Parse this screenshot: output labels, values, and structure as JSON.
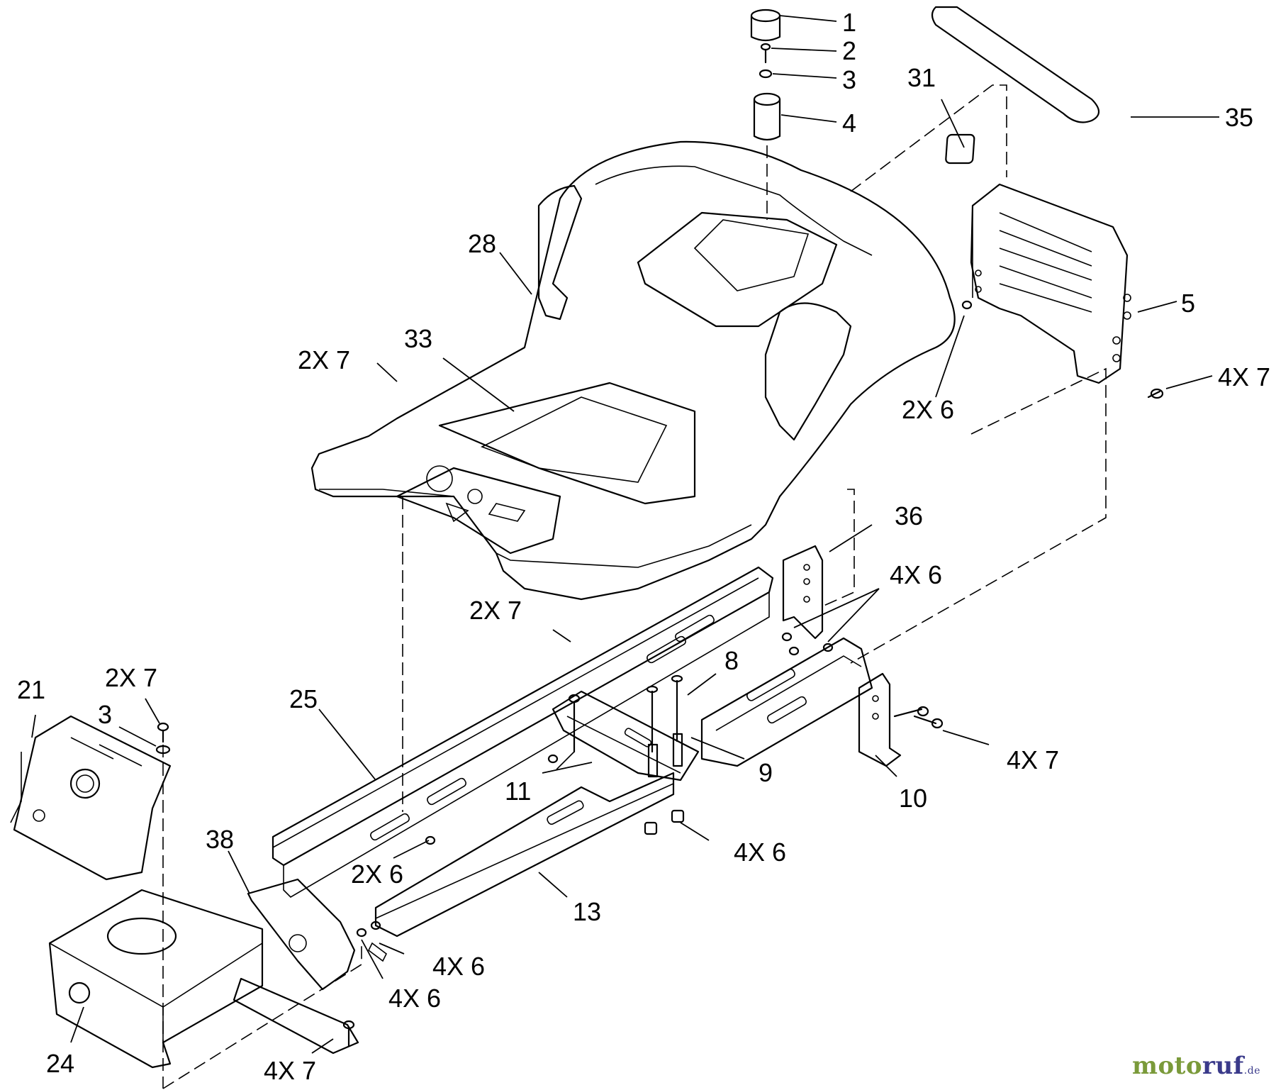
{
  "callouts": [
    {
      "id": "c1",
      "text": "1"
    },
    {
      "id": "c2",
      "text": "2"
    },
    {
      "id": "c3",
      "text": "3"
    },
    {
      "id": "c4",
      "text": "4"
    },
    {
      "id": "c35",
      "text": "35"
    },
    {
      "id": "c31",
      "text": "31"
    },
    {
      "id": "c28",
      "text": "28"
    },
    {
      "id": "c33",
      "text": "33"
    },
    {
      "id": "c2x7a",
      "text": "2X 7"
    },
    {
      "id": "c5",
      "text": "5"
    },
    {
      "id": "c4x7a",
      "text": "4X 7"
    },
    {
      "id": "c2x6a",
      "text": "2X 6"
    },
    {
      "id": "c36",
      "text": "36"
    },
    {
      "id": "c4x6a",
      "text": "4X 6"
    },
    {
      "id": "c2x7b",
      "text": "2X 7"
    },
    {
      "id": "c8",
      "text": "8"
    },
    {
      "id": "c21",
      "text": "21"
    },
    {
      "id": "c2x7c",
      "text": "2X 7"
    },
    {
      "id": "c3b",
      "text": "3"
    },
    {
      "id": "c25",
      "text": "25"
    },
    {
      "id": "c9",
      "text": "9"
    },
    {
      "id": "c4x7b",
      "text": "4X 7"
    },
    {
      "id": "c11",
      "text": "11"
    },
    {
      "id": "c10",
      "text": "10"
    },
    {
      "id": "c38",
      "text": "38"
    },
    {
      "id": "c2x6b",
      "text": "2X 6"
    },
    {
      "id": "c4x6b",
      "text": "4X 6"
    },
    {
      "id": "c13",
      "text": "13"
    },
    {
      "id": "c4x6c",
      "text": "4X 6"
    },
    {
      "id": "c4x6d",
      "text": "4X 6"
    },
    {
      "id": "c24",
      "text": "24"
    },
    {
      "id": "c4x7c",
      "text": "4X 7"
    }
  ],
  "watermark": {
    "brand_a": "moto",
    "brand_b": "ruf",
    "tld": ".de"
  }
}
